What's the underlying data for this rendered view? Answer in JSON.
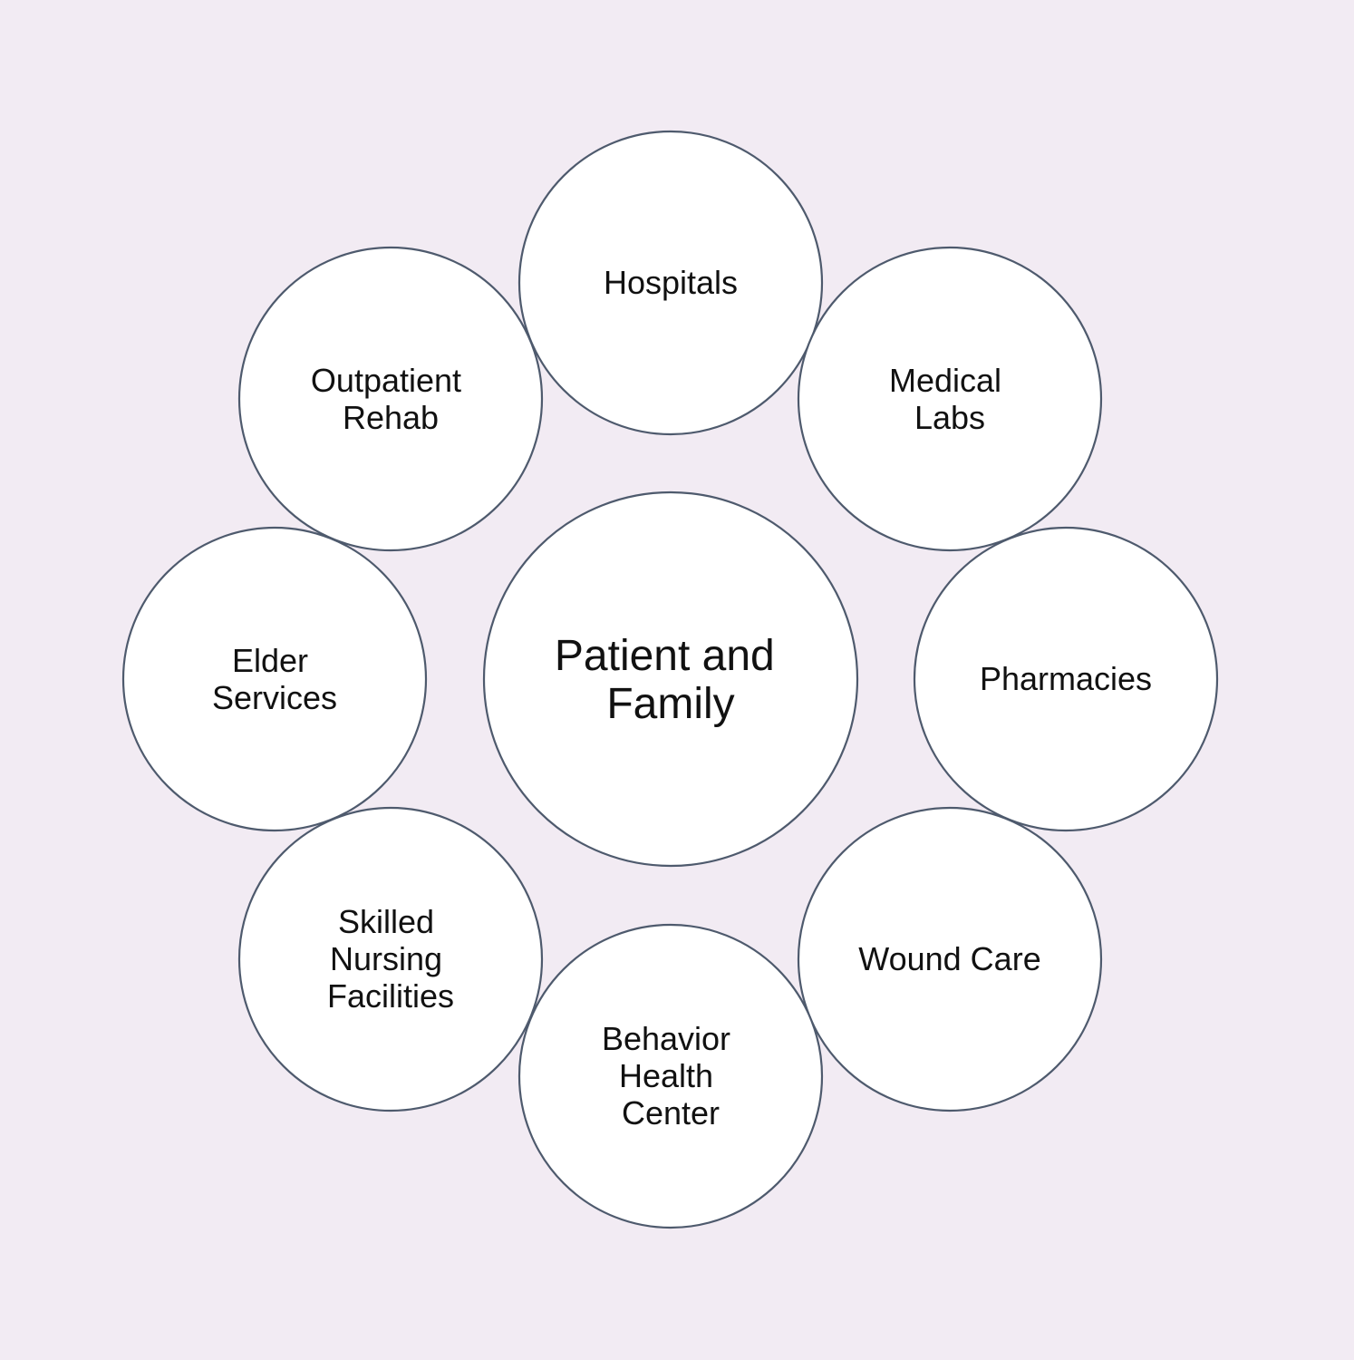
{
  "diagram": {
    "center": {
      "label_lines": [
        "Patient and",
        "Family"
      ]
    },
    "nodes": [
      {
        "id": "hospitals",
        "label_lines": [
          "Hospitals"
        ]
      },
      {
        "id": "medical-labs",
        "label_lines": [
          "Medical",
          "Labs"
        ]
      },
      {
        "id": "pharmacies",
        "label_lines": [
          "Pharmacies"
        ]
      },
      {
        "id": "wound-care",
        "label_lines": [
          "Wound Care"
        ]
      },
      {
        "id": "behavior-health-center",
        "label_lines": [
          "Behavior",
          "Health",
          "Center"
        ]
      },
      {
        "id": "skilled-nursing-facilities",
        "label_lines": [
          "Skilled",
          "Nursing",
          "Facilities"
        ]
      },
      {
        "id": "elder-services",
        "label_lines": [
          "Elder",
          "Services"
        ]
      },
      {
        "id": "outpatient-rehab",
        "label_lines": [
          "Outpatient",
          "Rehab"
        ]
      }
    ]
  }
}
